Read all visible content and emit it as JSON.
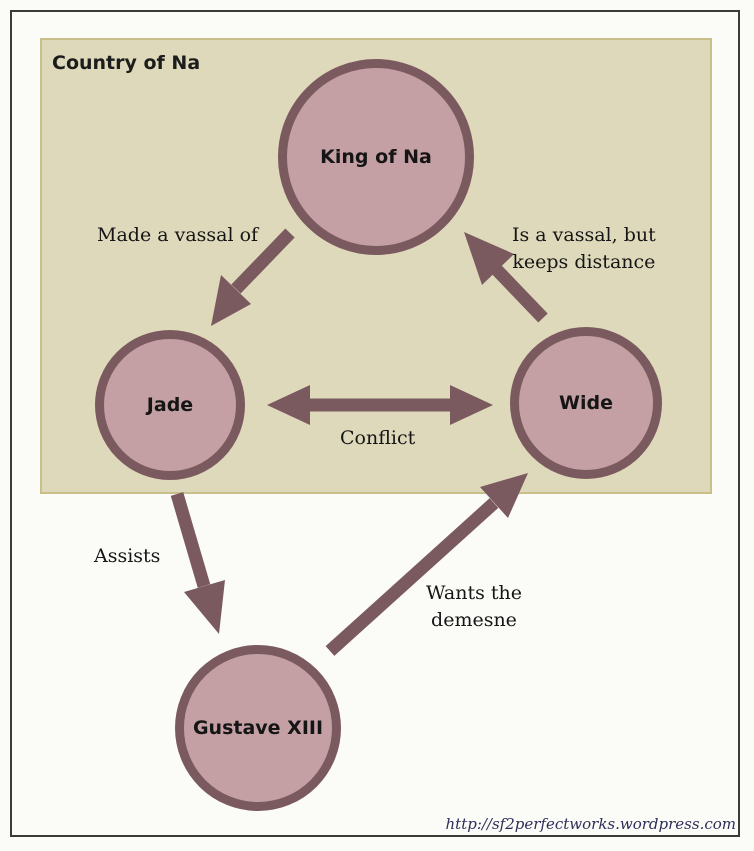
{
  "region": {
    "title": "Country of Na"
  },
  "nodes": {
    "king": "King of Na",
    "jade": "Jade",
    "wide": "Wide",
    "gustave": "Gustave XIII"
  },
  "edges": {
    "king_to_jade": "Made a vassal of",
    "wide_to_king": "Is a vassal, but\nkeeps distance",
    "jade_wide": "Conflict",
    "jade_to_gustave": "Assists",
    "gustave_to_wide": "Wants the\ndemesne"
  },
  "watermark": "http://sf2perfectworks.wordpress.com",
  "colors": {
    "region_fill": "#ded9bb",
    "node_fill": "#c4a0a4",
    "node_border": "#7b5a5f",
    "arrow": "#7b5a5f"
  }
}
